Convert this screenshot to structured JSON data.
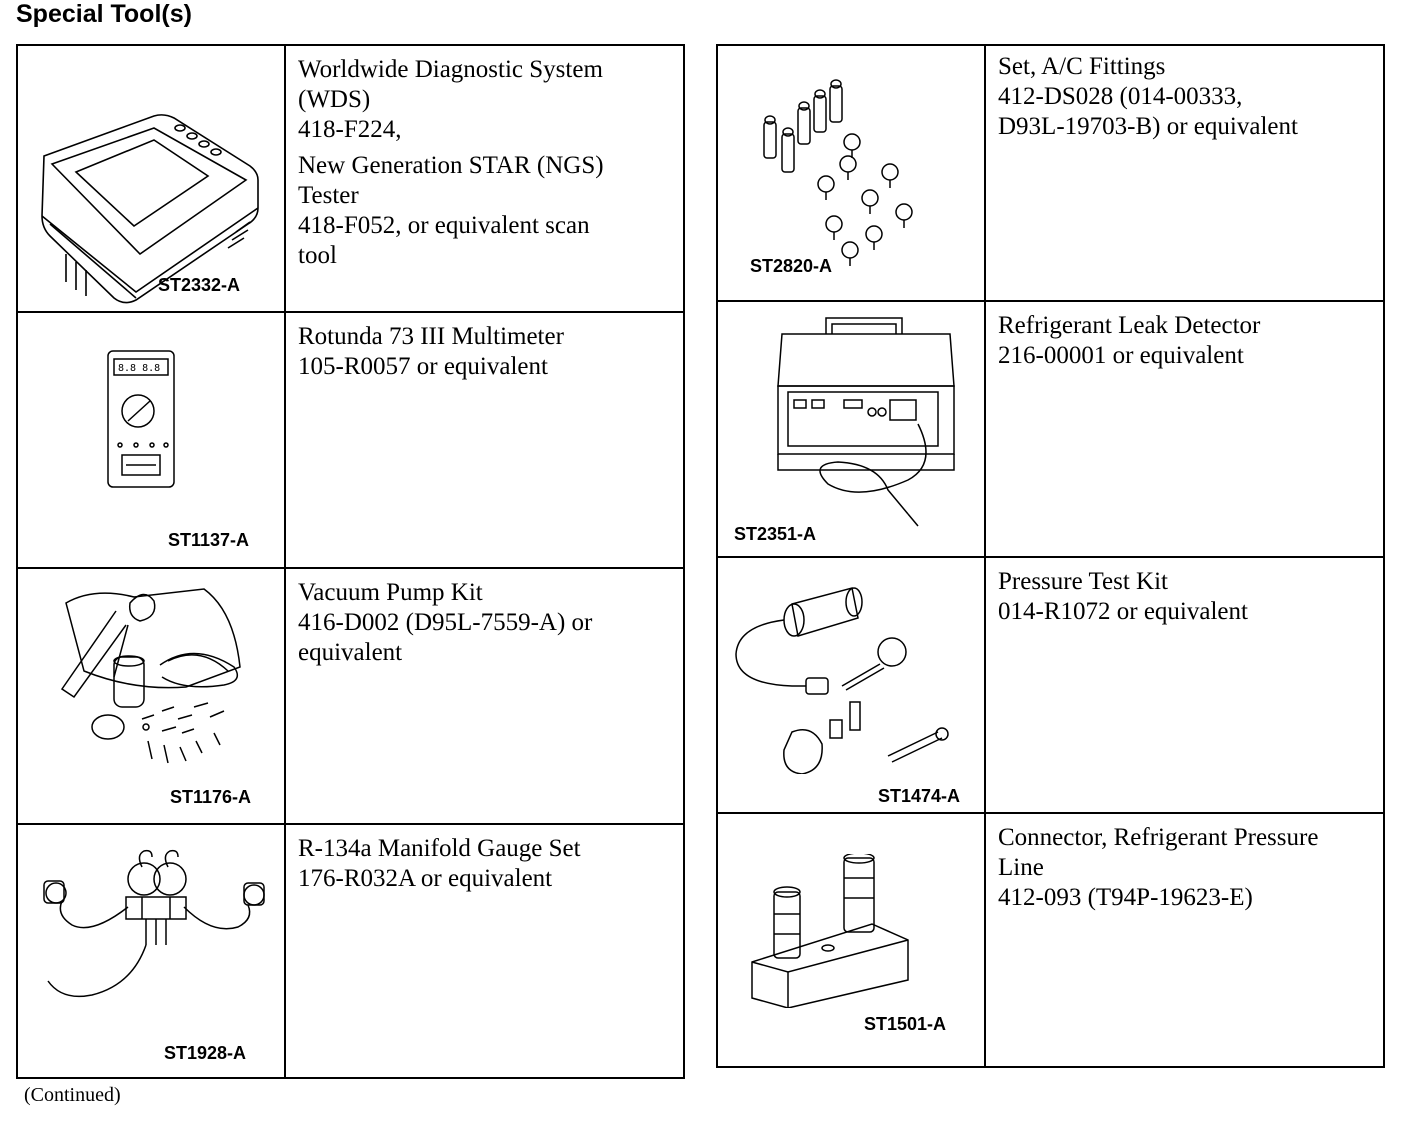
{
  "header": {
    "title": "Special Tool(s)"
  },
  "left_table": [
    {
      "code": "ST2332-A",
      "icon": "scan-tool-icon",
      "lines": [
        "Worldwide Diagnostic System",
        "(WDS)",
        "418-F224,",
        "New Generation STAR (NGS)",
        "Tester",
        "418-F052, or equivalent scan",
        "tool"
      ]
    },
    {
      "code": "ST1137-A",
      "icon": "multimeter-icon",
      "lines": [
        "Rotunda 73 III Multimeter",
        "105-R0057 or equivalent"
      ]
    },
    {
      "code": "ST1176-A",
      "icon": "vacuum-pump-kit-icon",
      "lines": [
        "Vacuum Pump Kit",
        "416-D002 (D95L-7559-A) or",
        "equivalent"
      ]
    },
    {
      "code": "ST1928-A",
      "icon": "manifold-gauge-set-icon",
      "lines": [
        "R-134a Manifold Gauge Set",
        "176-R032A or equivalent"
      ]
    }
  ],
  "right_table": [
    {
      "code": "ST2820-A",
      "icon": "ac-fittings-set-icon",
      "lines": [
        "Set, A/C Fittings",
        "412-DS028 (014-00333,",
        "D93L-19703-B) or equivalent"
      ]
    },
    {
      "code": "ST2351-A",
      "icon": "leak-detector-icon",
      "lines": [
        "Refrigerant Leak Detector",
        "216-00001 or equivalent"
      ]
    },
    {
      "code": "ST1474-A",
      "icon": "pressure-test-kit-icon",
      "lines": [
        "Pressure Test Kit",
        "014-R1072 or equivalent"
      ]
    },
    {
      "code": "ST1501-A",
      "icon": "pressure-line-connector-icon",
      "lines": [
        "Connector, Refrigerant Pressure",
        "Line",
        "412-093 (T94P-19623-E)"
      ]
    }
  ],
  "footer": {
    "continued": "(Continued)"
  }
}
